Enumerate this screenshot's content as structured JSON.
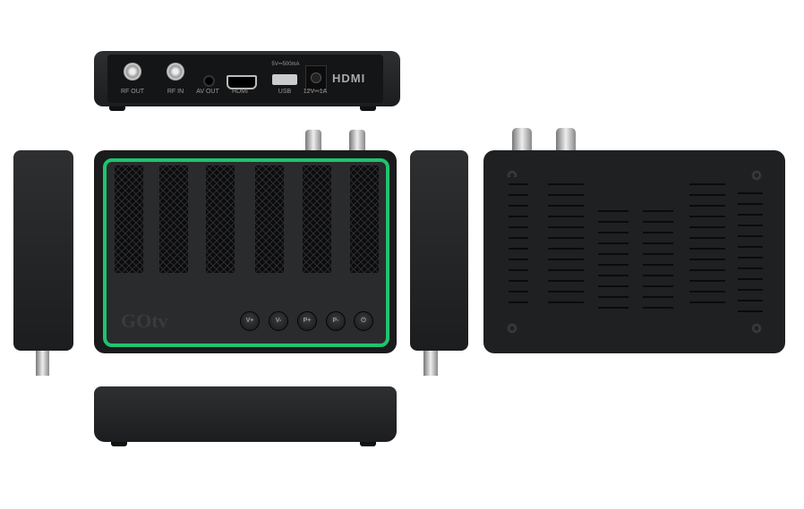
{
  "back_panel": {
    "ports": [
      {
        "label": "RF OUT",
        "icon": "coax-connector"
      },
      {
        "label": "RF IN",
        "icon": "coax-connector"
      },
      {
        "label": "AV OUT",
        "icon": "audio-jack"
      },
      {
        "label": "HDMI",
        "icon": "hdmi-port"
      },
      {
        "label": "USB",
        "icon": "usb-port",
        "rating": "5V⎓500mA"
      },
      {
        "label": "12V⎓1A",
        "icon": "dc-power-jack"
      }
    ],
    "logo": "HDMI"
  },
  "top_panel": {
    "brand": "GOtv",
    "buttons": [
      "V+",
      "V-",
      "P+",
      "P-",
      "⏻"
    ],
    "accent_color": "#1fc46e"
  },
  "colors": {
    "body": "#1e1f21",
    "background": "#ffffff"
  }
}
